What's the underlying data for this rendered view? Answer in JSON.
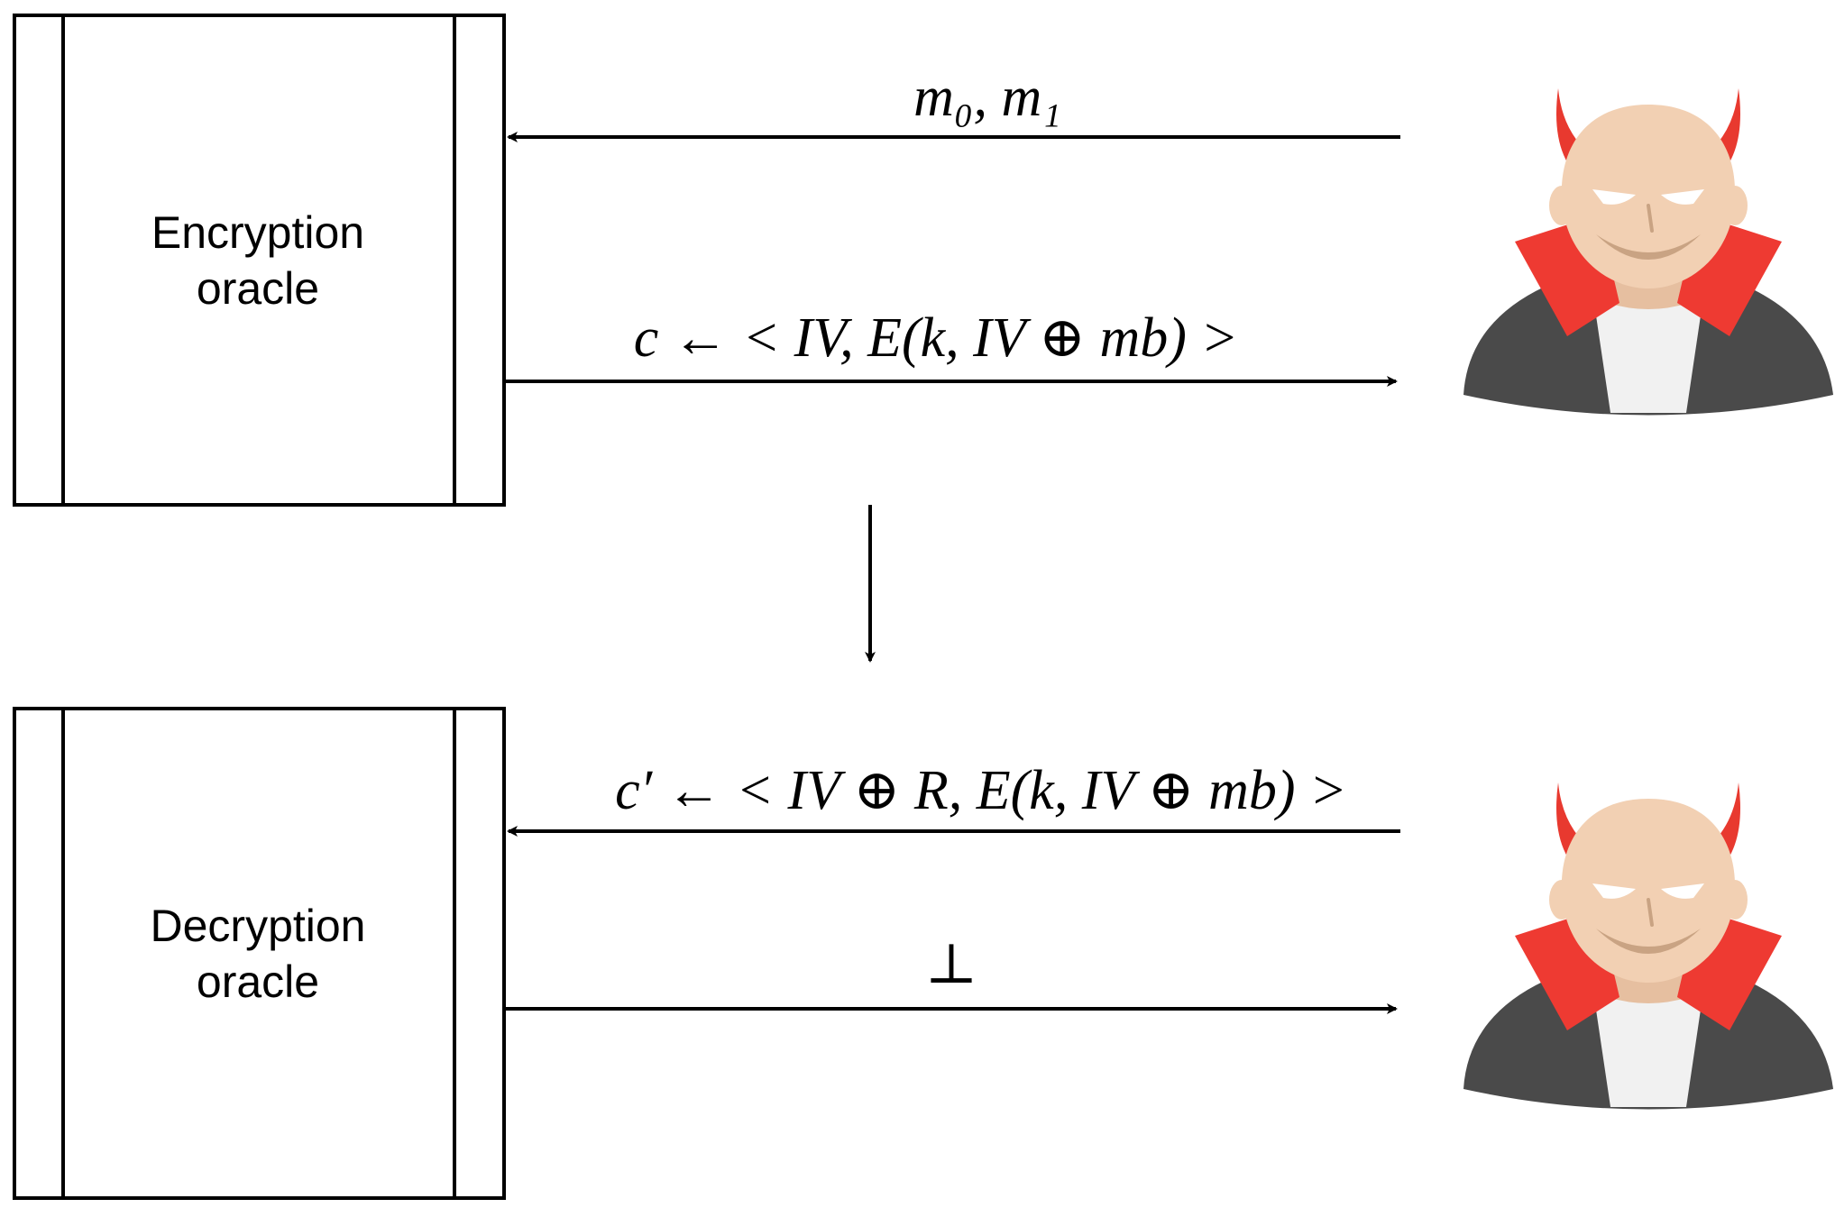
{
  "colors": {
    "line": "#000000",
    "background": "#ffffff",
    "skin": "#f2d0b3",
    "skin_shade": "#e6bfa0",
    "horn": "#e8392f",
    "collar": "#ee3a32",
    "cape": "#4a4a4a",
    "shirt": "#f1f1f1",
    "smile": "#c9a383"
  },
  "encryption_oracle": {
    "label_line1": "Encryption",
    "label_line2": "oracle"
  },
  "decryption_oracle": {
    "label_line1": "Decryption",
    "label_line2": "oracle"
  },
  "messages": {
    "challenge": "m₀, m₁",
    "ciphertext": "c ← < IV, E(k, IV ⊕ mb) >",
    "modified_ciphertext": "c′ ← < IV ⊕ R, E(k, IV ⊕ mb) >",
    "reject": "⊥"
  },
  "icons": {
    "adversary_top": "devil-adversary-icon",
    "adversary_bottom": "devil-adversary-icon"
  }
}
